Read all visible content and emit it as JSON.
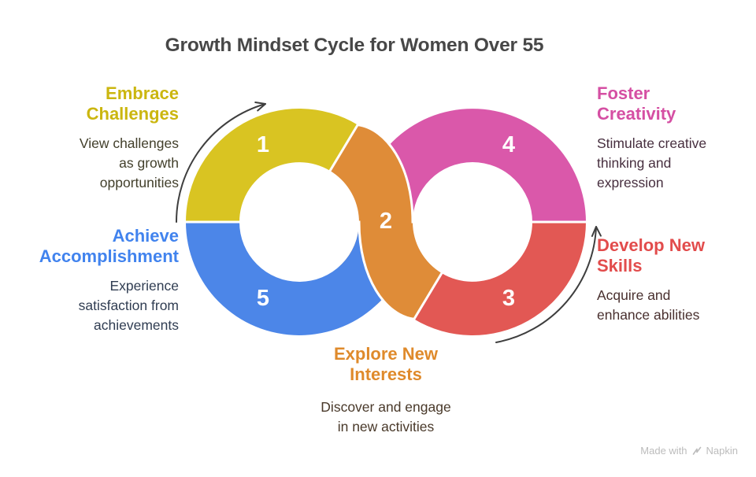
{
  "title": {
    "text": "Growth Mindset Cycle for Women Over 55",
    "color": "#474747"
  },
  "diagram": {
    "numbers_color": "#ffffff",
    "arrow_color": "#3e3e3e",
    "separator_color": "#ffffff",
    "steps": [
      {
        "number": "1",
        "heading": [
          "Embrace",
          "Challenges"
        ],
        "desc": [
          "View challenges",
          "as growth",
          "opportunities"
        ],
        "accent": "#cbb60f",
        "fill": "#d9c422",
        "desc_color": "#43402c"
      },
      {
        "number": "2",
        "heading": [
          "Explore New",
          "Interests"
        ],
        "desc": [
          "Discover and engage",
          "in new activities"
        ],
        "accent": "#df8a2b",
        "fill": "#df8c38",
        "desc_color": "#49392a"
      },
      {
        "number": "3",
        "heading": [
          "Develop New",
          "Skills"
        ],
        "desc": [
          "Acquire and",
          "enhance abilities"
        ],
        "accent": "#e24c4c",
        "fill": "#e25854",
        "desc_color": "#49302f"
      },
      {
        "number": "4",
        "heading": [
          "Foster",
          "Creativity"
        ],
        "desc": [
          "Stimulate creative",
          "thinking and",
          "expression"
        ],
        "accent": "#d54fa3",
        "fill": "#da58aa",
        "desc_color": "#472f3f"
      },
      {
        "number": "5",
        "heading": [
          "Achieve",
          "Accomplishment"
        ],
        "desc": [
          "Experience",
          "satisfaction from",
          "achievements"
        ],
        "accent": "#4183ee",
        "fill": "#4c86e8",
        "desc_color": "#303d52"
      }
    ]
  },
  "watermark": {
    "prefix": "Made with",
    "brand": "Napkin",
    "color": "#bcbcbc"
  }
}
